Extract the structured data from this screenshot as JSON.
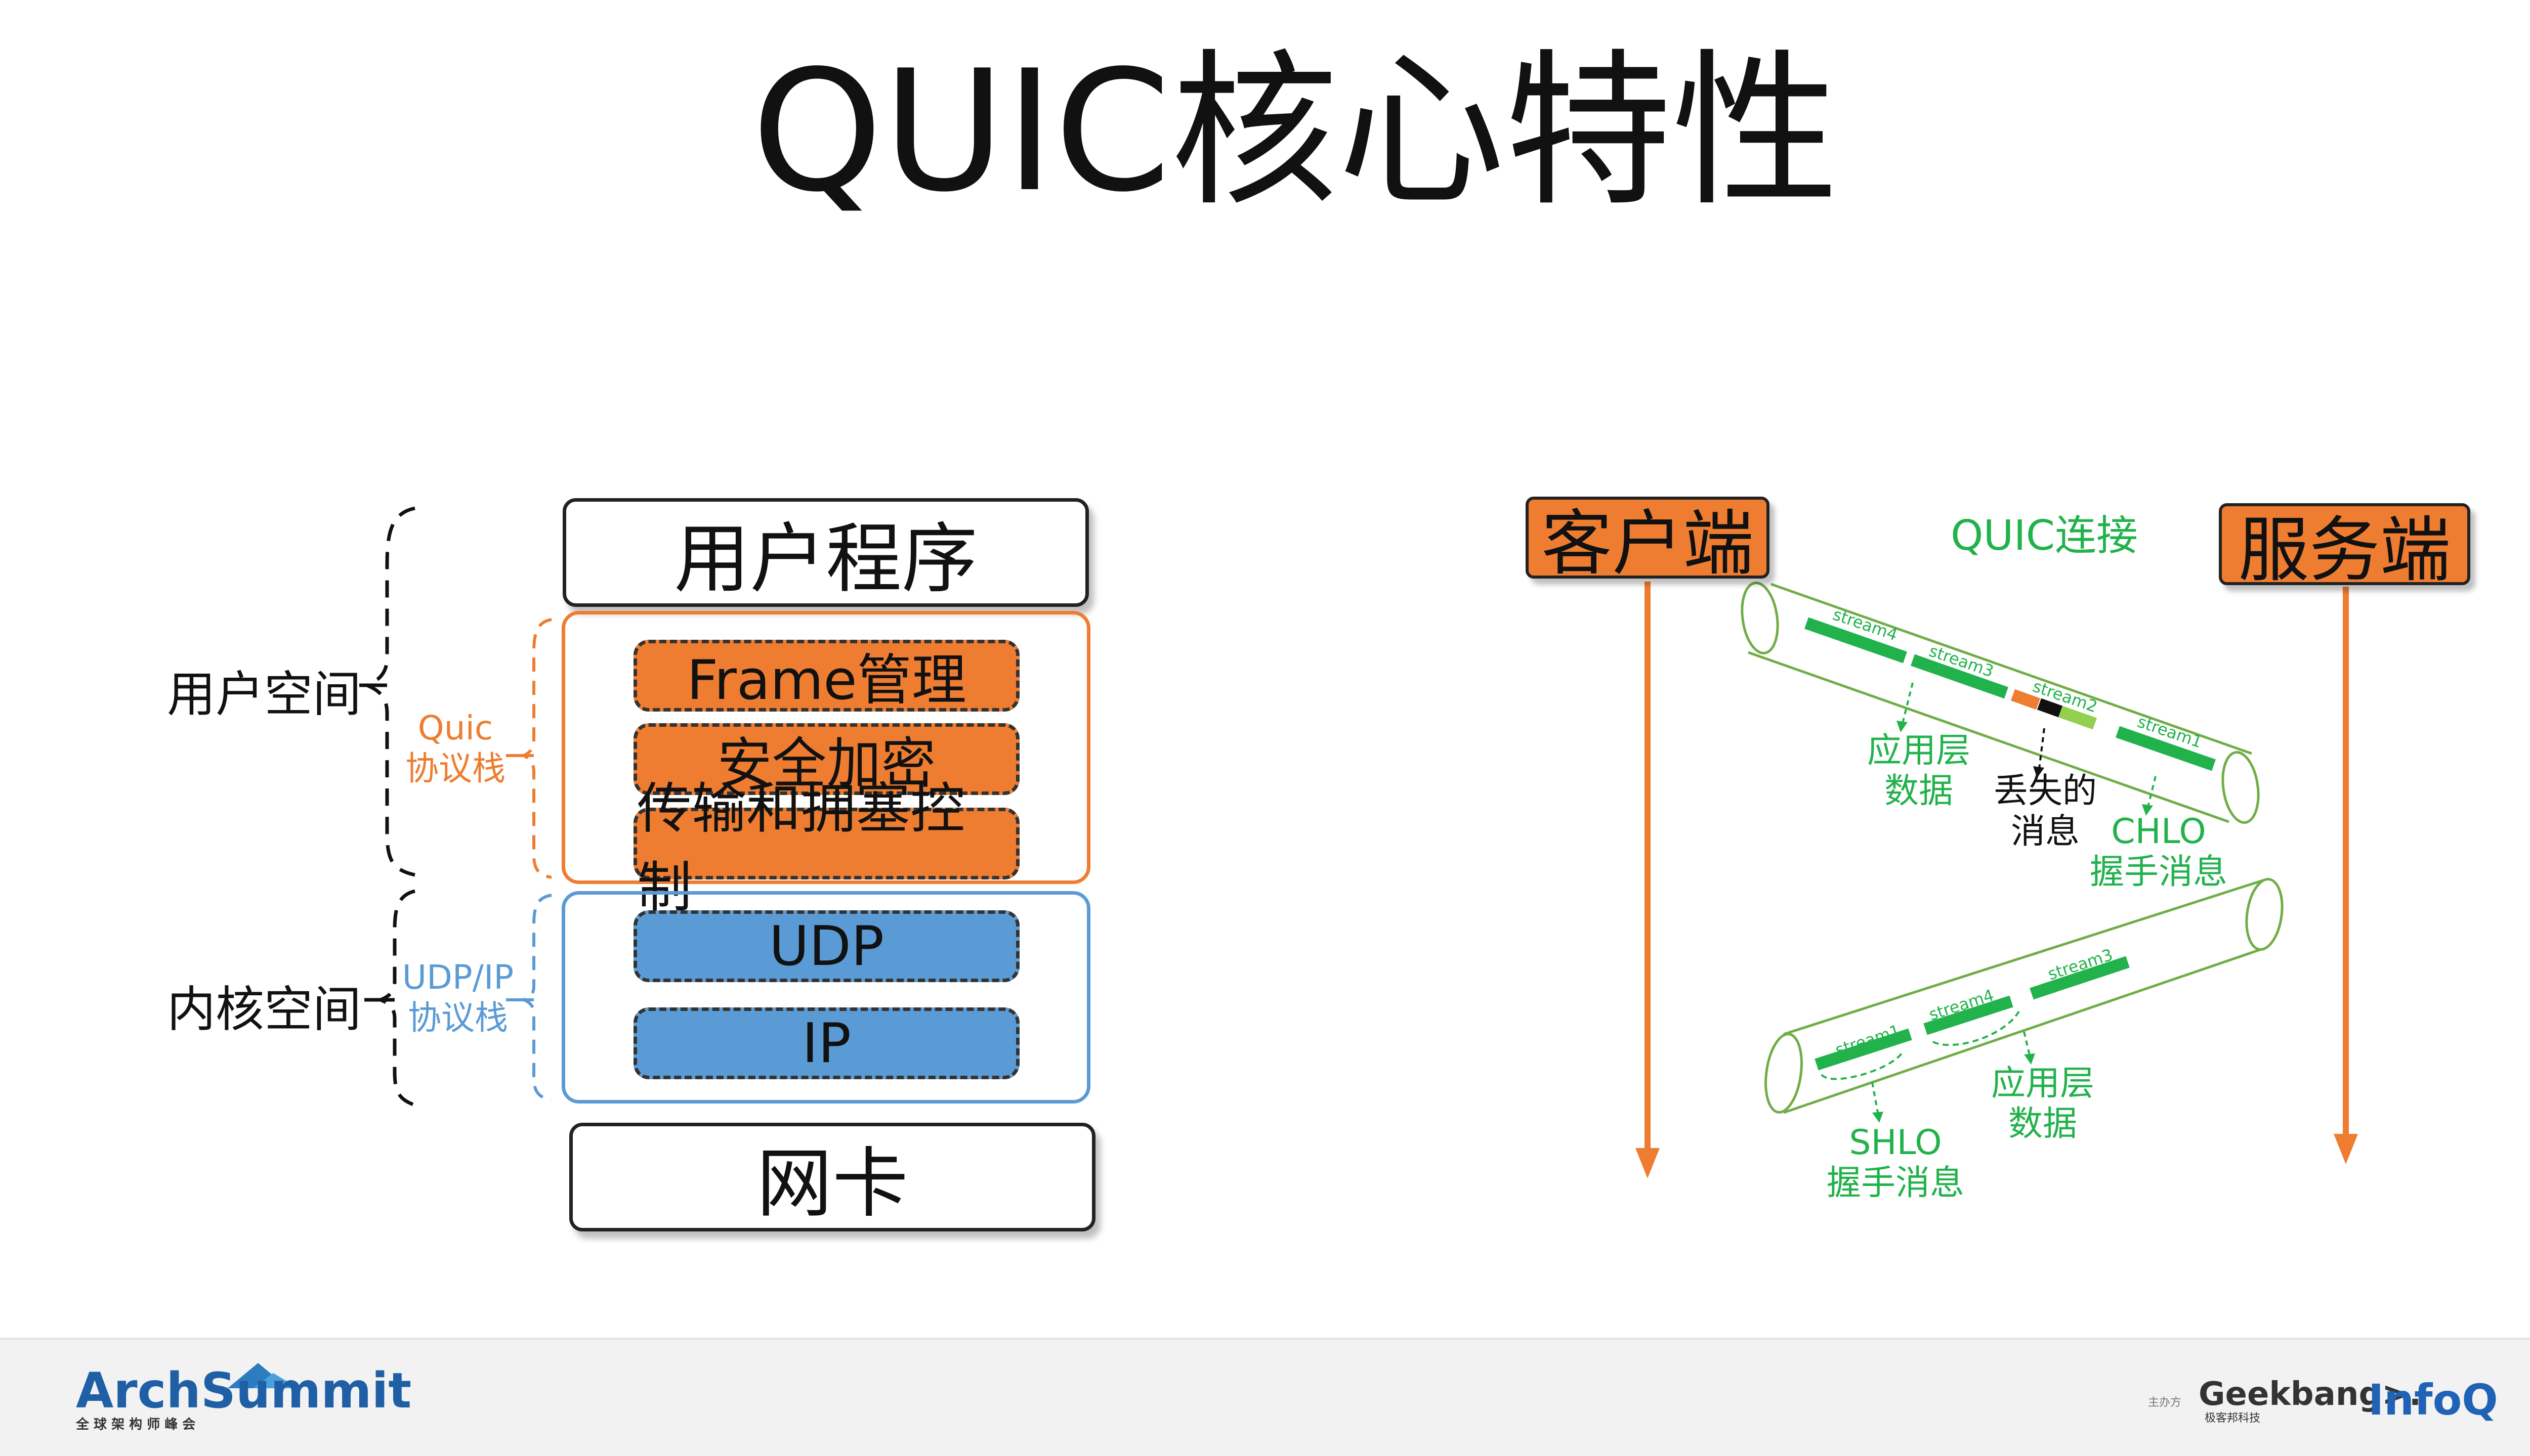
{
  "title": "QUIC核心特性",
  "stack": {
    "app_box": "用户程序",
    "quic_layers": [
      "Frame管理",
      "安全加密",
      "传输和拥塞控制"
    ],
    "kernel_layers": [
      "UDP",
      "IP"
    ],
    "nic_box": "网卡",
    "user_space_label": "用户空间",
    "kernel_space_label": "内核空间",
    "quic_stack_label": "Quic\n协议栈",
    "udpip_stack_label": "UDP/IP\n协议栈"
  },
  "connection": {
    "client": "客户端",
    "server": "服务端",
    "connection_label": "QUIC连接",
    "upper_pipe": {
      "streams": [
        "stream4",
        "stream3",
        "stream2",
        "stream1"
      ],
      "app_data_label": "应用层\n数据",
      "lost_label": "丢失的\n消息",
      "chlo_label": "CHLO\n握手消息"
    },
    "lower_pipe": {
      "streams": [
        "stream1",
        "stream4",
        "stream3"
      ],
      "shlo_label": "SHLO\n握手消息",
      "app_data_label": "应用层\n数据"
    }
  },
  "footer": {
    "brand_left": "ArchSummit",
    "brand_left_sub": "全 球 架 构 师 峰 会",
    "organizer_label": "主办方",
    "brand_geek": "Geekbang>.",
    "brand_geek_sub": "极客邦科技",
    "brand_infoq": "InfoQ"
  },
  "colors": {
    "orange": "#ee7d31",
    "blue": "#5b9bd5",
    "green": "#22b24c"
  }
}
